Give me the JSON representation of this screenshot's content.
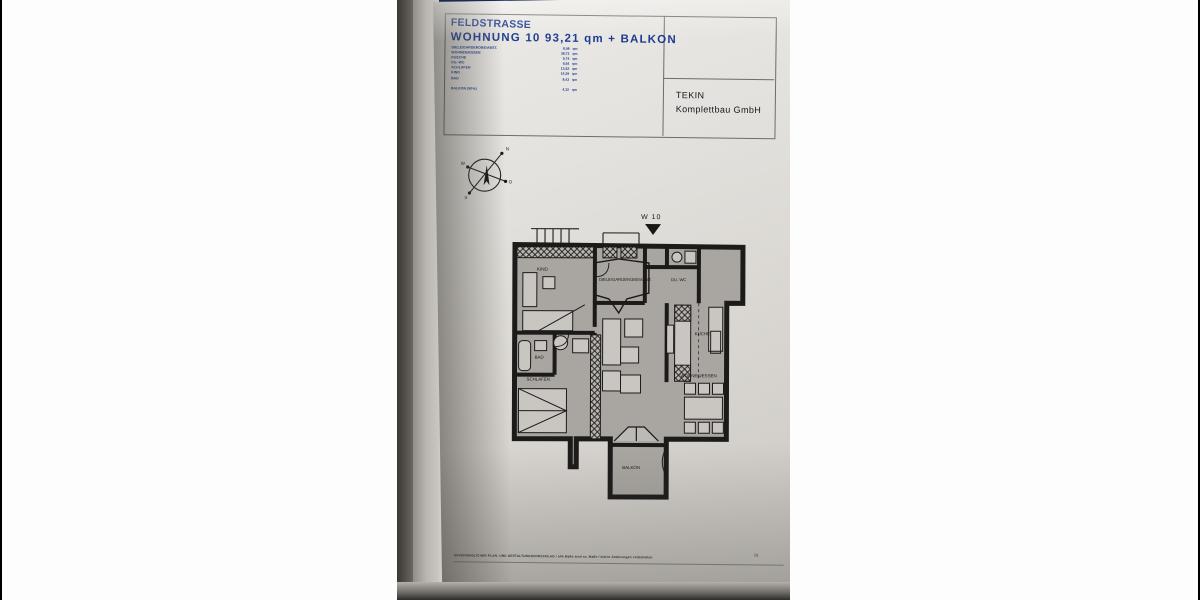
{
  "meta": {
    "subject": "photo of printed apartment floor plan brochure page",
    "background_color": "#000000",
    "page_color": "#e4e2de",
    "print_blue": "#1c3a8f",
    "print_black": "#14161a",
    "desk_color": "#c8b893",
    "book_band_color": "#1b2a52"
  },
  "title_block": {
    "street": "FELDSTRASSE",
    "apartment_line": "WOHNUNG 10   93,21 qm + BALKON",
    "unit": "qm",
    "areas": [
      {
        "label": "DIELE/GARDEROBE/ABST.",
        "value": "8,08",
        "unit": "qm"
      },
      {
        "label": "WOHNEN/ESSEN",
        "value": "38,73",
        "unit": "qm"
      },
      {
        "label": "KUECHE",
        "value": "9,74",
        "unit": "qm"
      },
      {
        "label": "DU.-WC",
        "value": "6,54",
        "unit": "qm"
      },
      {
        "label": "SCHLAFEN",
        "value": "13,62",
        "unit": "qm"
      },
      {
        "label": "KIND",
        "value": "14,29",
        "unit": "qm"
      },
      {
        "label": "BAD",
        "value": "8,43",
        "unit": "qm"
      }
    ],
    "balcony": {
      "label": "BALKON (50%)",
      "value": "4,32",
      "unit": "qm"
    },
    "company_name": "TEKIN",
    "company_suffix": "Komplettbau  GmbH"
  },
  "compass": {
    "north": "N",
    "south": "S",
    "west": "W",
    "east": "O"
  },
  "plan": {
    "unit_marker": "W 10",
    "rooms": [
      {
        "name": "KIND"
      },
      {
        "name": "DIELE/GARDEROBE/ABST."
      },
      {
        "name": "DU.-WC"
      },
      {
        "name": "KUECHE"
      },
      {
        "name": "BAD"
      },
      {
        "name": "SCHLAFEN"
      },
      {
        "name": "WOHNEN/ESSEN"
      },
      {
        "name": "BALKON"
      }
    ],
    "room_labels": {
      "kind": "KIND",
      "diele": "DIELE/GARDEROBE/ABST.",
      "duwc": "DU.-WC",
      "kueche": "KÜCHE",
      "bad": "BAD",
      "schlafen": "SCHLAFEN",
      "wohnen": "WOHNEN/ESSEN",
      "balkon": "BALKON"
    }
  },
  "footer": {
    "disclaimer": "UNVERBINDLICHER PLAN- UND GESTALTUNGSVORSCHLAG / alle Maße sind ca. Maße / kleine Änderungen vorbehalten",
    "page_number": "10"
  }
}
